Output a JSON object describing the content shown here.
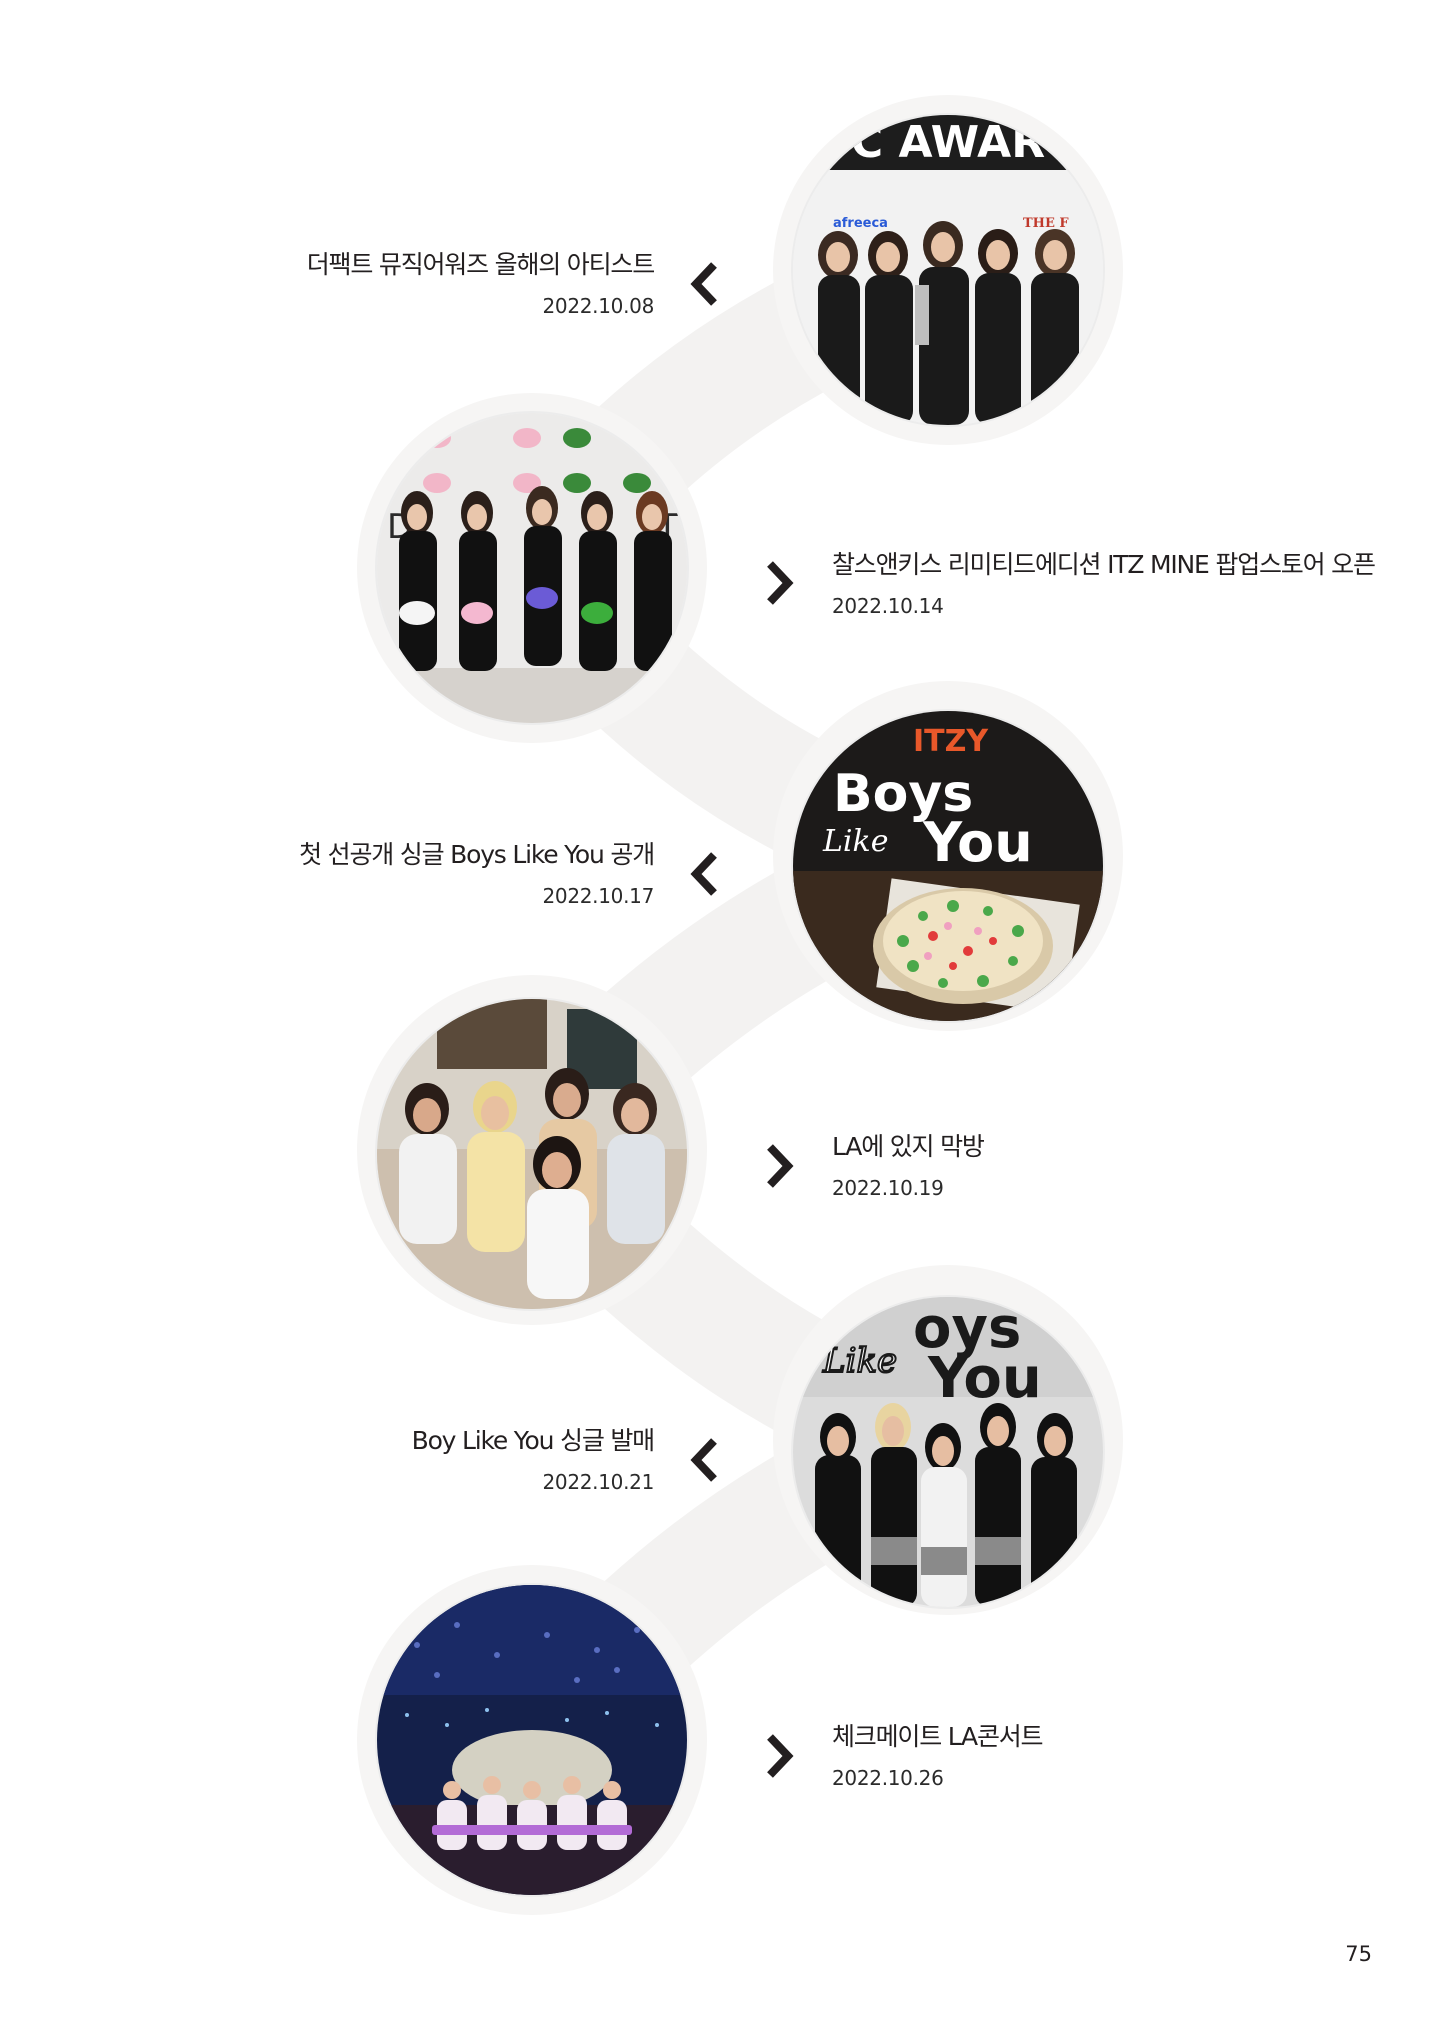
{
  "events": [
    {
      "title": "더팩트 뮤직어워즈 올해의 아티스트",
      "date": "2022.10.08",
      "photo": "award-ceremony-group-photo"
    },
    {
      "title": "찰스앤키스 리미티드에디션 ITZ MINE 팝업스토어 오픈",
      "date": "2022.10.14",
      "photo": "popup-store-group-photo"
    },
    {
      "title": "첫 선공개 싱글 Boys Like You 공개",
      "date": "2022.10.17",
      "photo": "boys-like-you-cake-cover"
    },
    {
      "title": "LA에 있지 막방",
      "date": "2022.10.19",
      "photo": "la-group-bed-photo"
    },
    {
      "title": "Boy Like You 싱글 발매",
      "date": "2022.10.21",
      "photo": "boys-like-you-single-cover"
    },
    {
      "title": "체크메이트 LA콘서트",
      "date": "2022.10.26",
      "photo": "la-concert-stage-photo"
    }
  ],
  "page_number": "75",
  "colors": {
    "text": "#231f20",
    "timeline_band": "#f3f2f1",
    "chevron": "#231f20"
  },
  "icons": {
    "left_pointer": "chevron-left-icon",
    "right_pointer": "chevron-right-icon"
  }
}
